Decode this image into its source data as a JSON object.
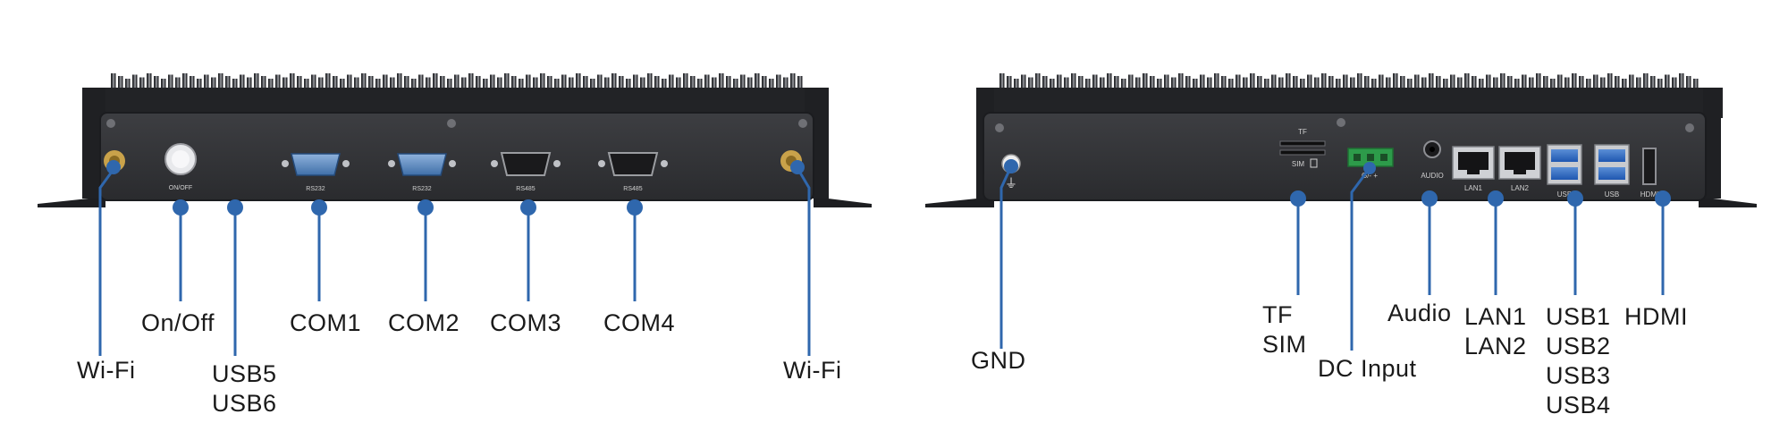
{
  "colors": {
    "callout": "#2f67ad",
    "chassis": "#2b2c2f",
    "panel": "#36373a",
    "label": "#1a1a1a"
  },
  "left_panel": {
    "port_silkscreen": {
      "onoff": "ON/OFF",
      "rs232_a": "RS232",
      "rs232_b": "RS232",
      "rs485_a": "RS485",
      "rs485_b": "RS485"
    },
    "callouts": {
      "wifi_left": "Wi-Fi",
      "onoff": "On/Off",
      "usb5": "USB5",
      "usb6": "USB6",
      "com1": "COM1",
      "com2": "COM2",
      "com3": "COM3",
      "com4": "COM4",
      "wifi_right": "Wi-Fi"
    }
  },
  "right_panel": {
    "port_silkscreen": {
      "tf": "TF",
      "sim": "SIM",
      "dc": "G/- +",
      "audio": "AUDIO",
      "lan1": "LAN1",
      "lan2": "LAN2",
      "usb_a": "USB",
      "usb_b": "USB",
      "hdmi": "HDMI"
    },
    "callouts": {
      "gnd": "GND",
      "tf": "TF",
      "sim": "SIM",
      "dc_input": "DC Input",
      "audio": "Audio",
      "lan1": "LAN1",
      "lan2": "LAN2",
      "usb1": "USB1",
      "usb2": "USB2",
      "usb3": "USB3",
      "usb4": "USB4",
      "hdmi": "HDMI"
    }
  }
}
